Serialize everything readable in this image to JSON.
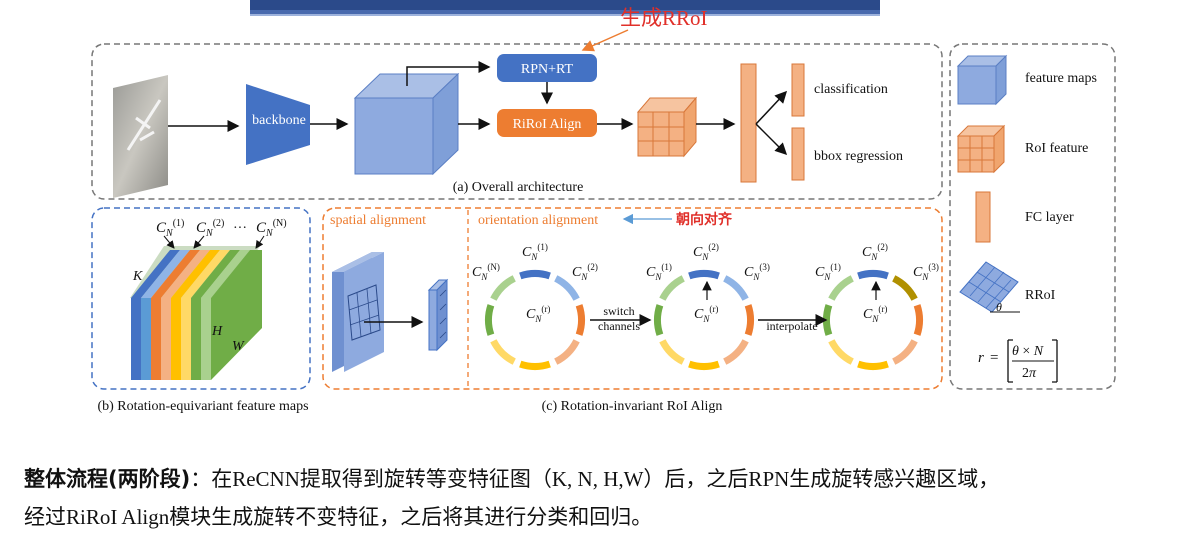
{
  "annotations": {
    "rrol_note": "生成RRoI",
    "orient_note": "朝向对齐"
  },
  "overall": {
    "backbone": "backbone",
    "rpn": "RPN+RT",
    "riroi": "RiRoI Align",
    "classification": "classification",
    "bbox": "bbox regression",
    "caption": "(a) Overall architecture"
  },
  "legend": {
    "feature_maps": "feature maps",
    "roi_feature": "RoI feature",
    "fc_layer": "FC layer",
    "rroi": "RRoI",
    "theta": "θ"
  },
  "panel_b": {
    "caption": "(b) Rotation-equivariant feature maps",
    "k": "K",
    "h": "H",
    "w": "W",
    "dots": "···"
  },
  "panel_c": {
    "spatial": "spatial alignment",
    "orientation": "orientation alignment",
    "switch1": "switch",
    "switch2": "channels",
    "interpolate": "interpolate",
    "caption": "(c) Rotation-invariant RoI Align"
  },
  "body_text": {
    "bold": "整体流程(两阶段)",
    "line1": "：在ReCNN提取得到旋转等变特征图（K, N, H,W）后，之后RPN生成旋转感兴趣区域，",
    "line2": "经过RiRoI Align模块生成旋转不变特征，之后将其进行分类和回归。"
  },
  "colors": {
    "blue_box": "#4472c4",
    "orange_box": "#ed7d31",
    "annotation_red": "#e0302a"
  }
}
